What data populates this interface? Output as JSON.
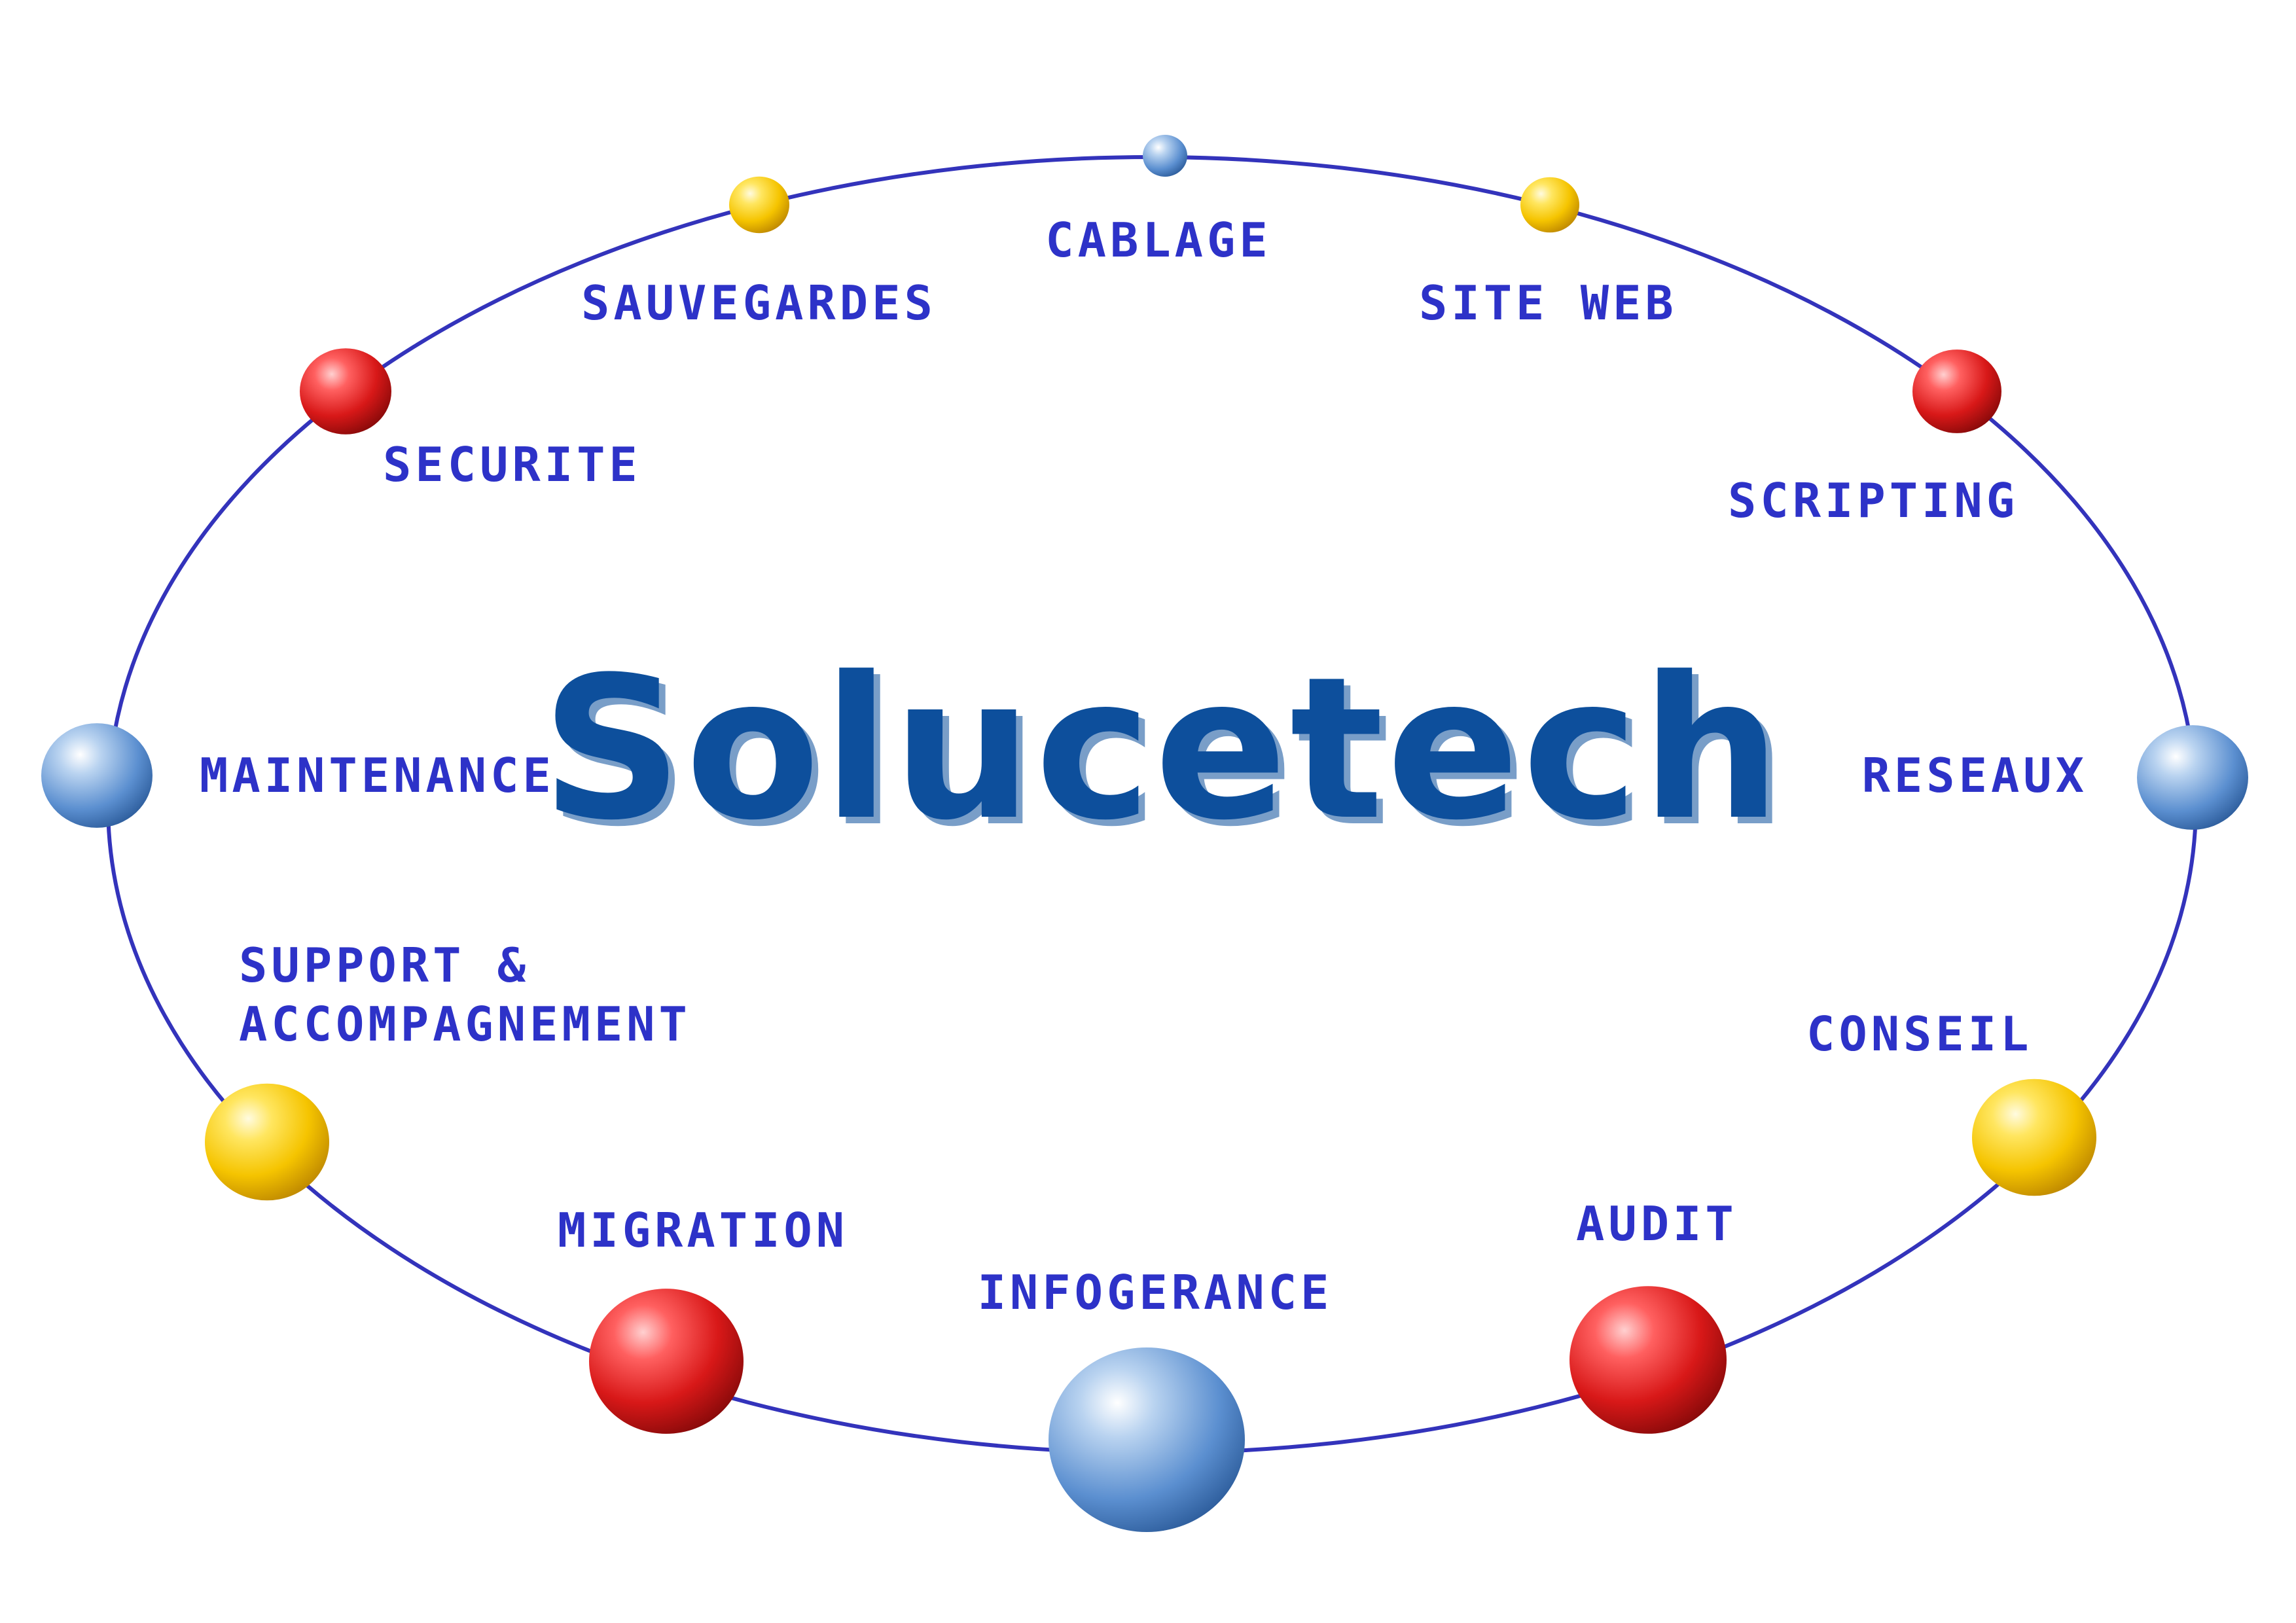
{
  "brand": {
    "name": "Solucetech",
    "color": "#0d4f9c"
  },
  "colors": {
    "ring": "#3333bb",
    "label": "#2d32c8",
    "node_blue": "#5b8fd0",
    "node_red": "#d81818",
    "node_yellow": "#f5c400"
  },
  "services": [
    {
      "id": "cablage",
      "label": "CABLAGE",
      "color": "blue"
    },
    {
      "id": "site-web",
      "label": "SITE WEB",
      "color": "yellow"
    },
    {
      "id": "scripting",
      "label": "SCRIPTING",
      "color": "red"
    },
    {
      "id": "reseaux",
      "label": "RESEAUX",
      "color": "blue"
    },
    {
      "id": "conseil",
      "label": "CONSEIL",
      "color": "yellow"
    },
    {
      "id": "audit",
      "label": "AUDIT",
      "color": "red"
    },
    {
      "id": "infogerance",
      "label": "INFOGERANCE",
      "color": "blue"
    },
    {
      "id": "migration",
      "label": "MIGRATION",
      "color": "red"
    },
    {
      "id": "support",
      "label": "SUPPORT &",
      "label2": "ACCOMPAGNEMENT",
      "color": "yellow"
    },
    {
      "id": "maintenance",
      "label": "MAINTENANCE",
      "color": "blue"
    },
    {
      "id": "securite",
      "label": "SECURITE",
      "color": "red"
    },
    {
      "id": "sauvegardes",
      "label": "SAUVEGARDES",
      "color": "yellow"
    }
  ]
}
